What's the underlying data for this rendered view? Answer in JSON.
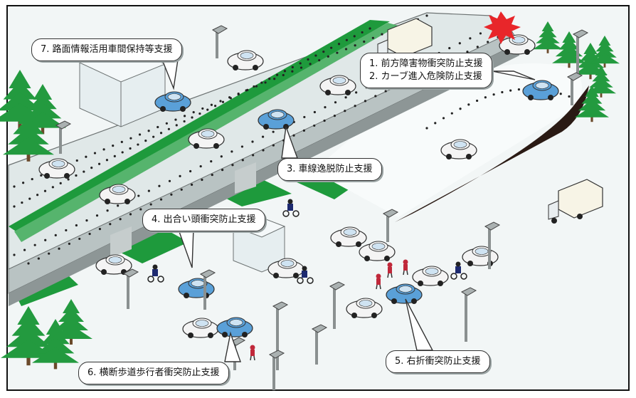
{
  "callouts": {
    "c1_line1": "1. 前方障害物衝突防止支援",
    "c1_line2": "2. カーブ進入危険防止支援",
    "c3": "3. 車線逸脱防止支援",
    "c4": "4. 出合い頭衝突防止支援",
    "c5": "5. 右折衝突防止支援",
    "c6": "6. 横断歩道歩行者衝突防止支援",
    "c7": "7. 路面情報活用車間保持等支援"
  },
  "colors": {
    "frame": "#111111",
    "ground": "#f2f6f6",
    "highway_surface": "#dfe7e7",
    "green_area": "#1e9a3c",
    "car_blue": "#5aa0d8",
    "car_white": "#f4f4f4",
    "tree": "#239a3f",
    "pole": "#8a9090",
    "collision": "#e8262a"
  }
}
